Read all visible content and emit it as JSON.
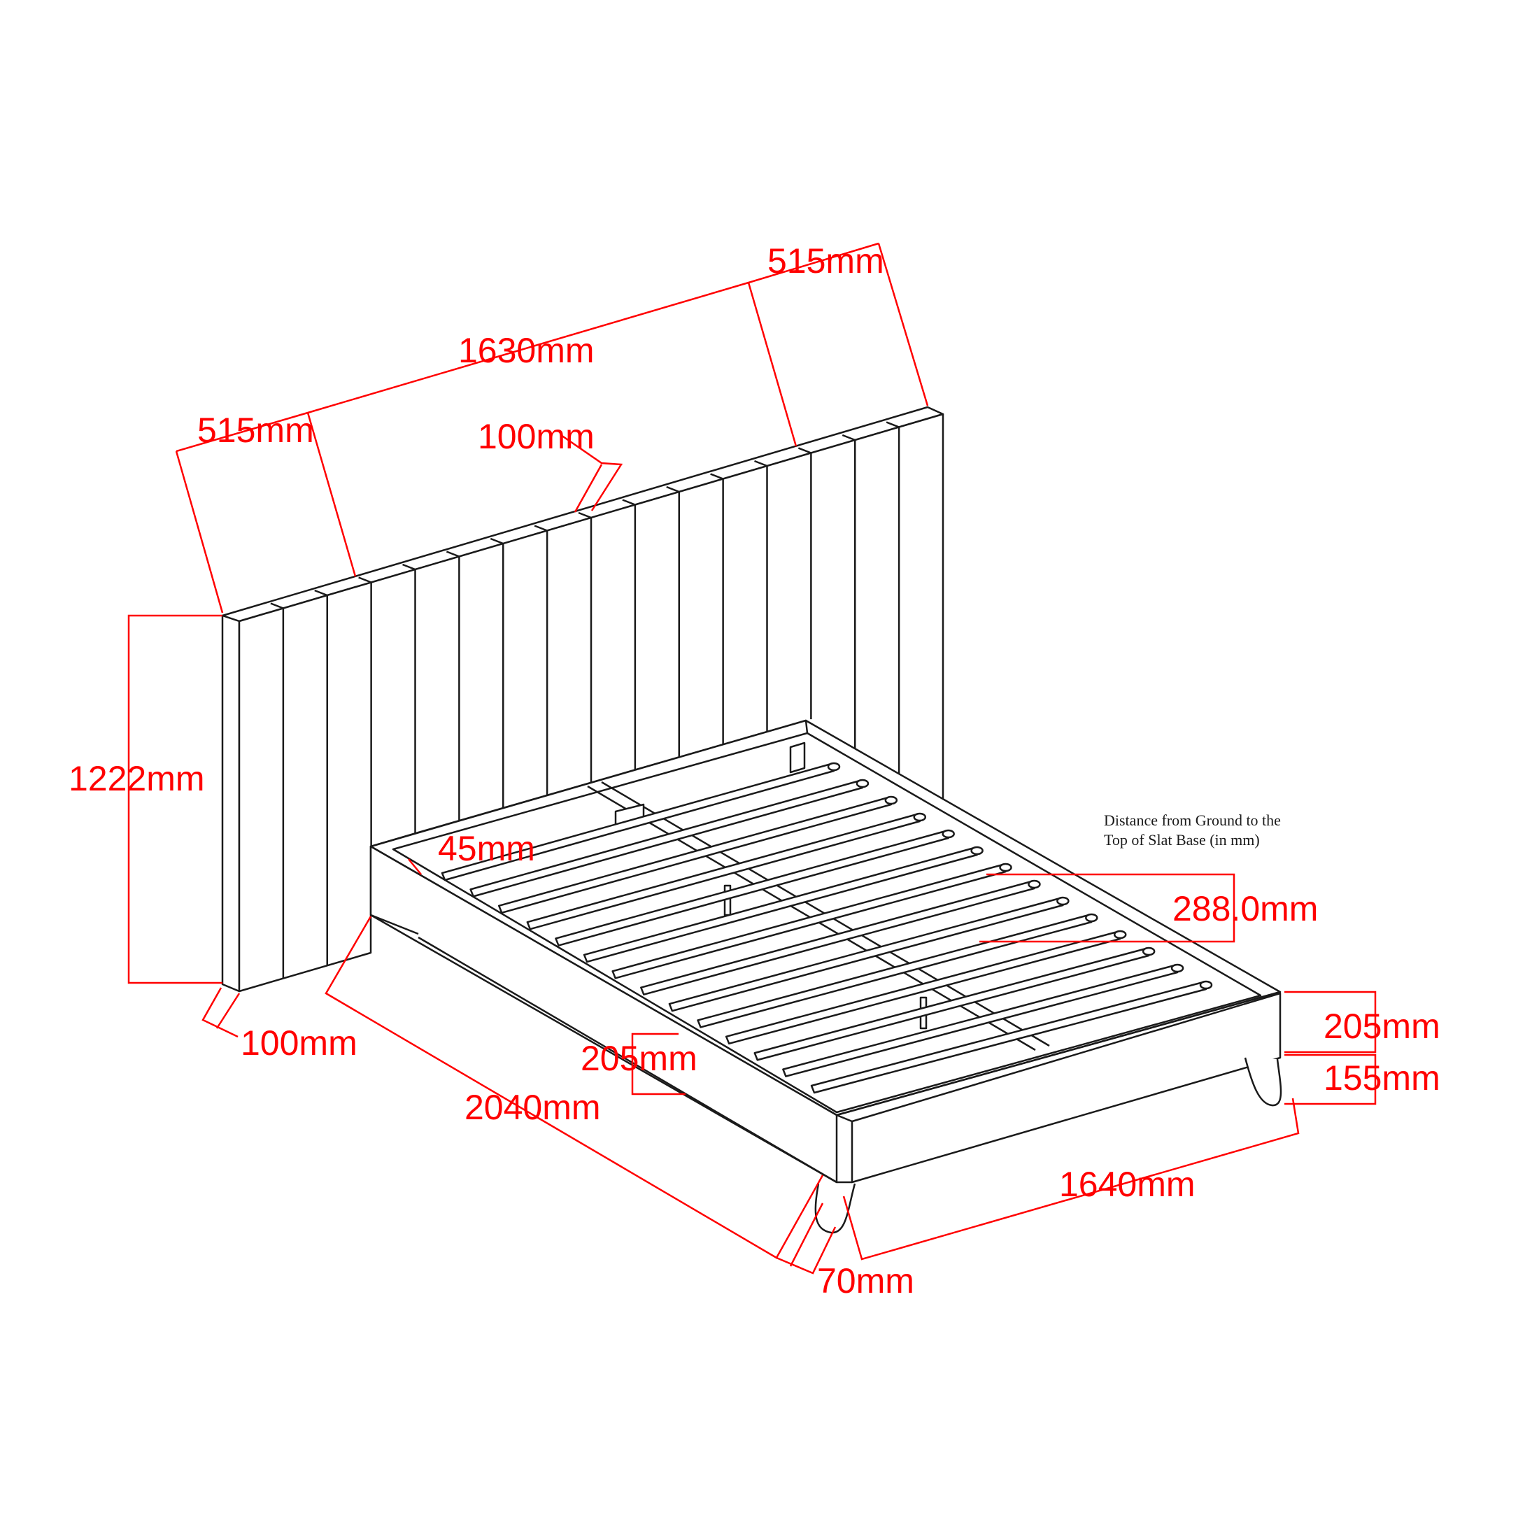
{
  "colors": {
    "outline": "#1a1a1a",
    "dimension": "#ff0000",
    "background": "#ffffff"
  },
  "dimensions": {
    "headboard_top_wing_right": "515mm",
    "headboard_center_width": "1630mm",
    "headboard_top_wing_left": "515mm",
    "panel_width": "100mm",
    "headboard_height": "1222mm",
    "headboard_thickness": "100mm",
    "side_rail_inset": "45mm",
    "side_rail_height": "205mm",
    "bed_length": "2040mm",
    "leg_width": "70mm",
    "bed_width": "1640mm",
    "footboard_height": "205mm",
    "leg_height": "155mm",
    "slat_height": "288.0mm"
  },
  "notes": {
    "slat_base_line1": "Distance from Ground to the",
    "slat_base_line2": "Top of Slat Base (in mm)"
  }
}
